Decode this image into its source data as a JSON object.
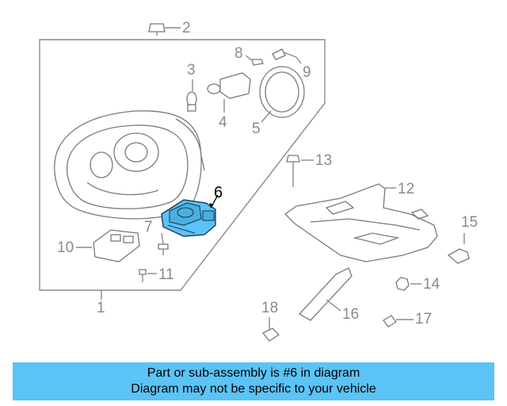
{
  "callouts": {
    "c1": "1",
    "c2": "2",
    "c3": "3",
    "c4": "4",
    "c5": "5",
    "c6": "6",
    "c7": "7",
    "c8": "8",
    "c9": "9",
    "c10": "10",
    "c11": "11",
    "c12": "12",
    "c13": "13",
    "c14": "14",
    "c15": "15",
    "c16": "16",
    "c17": "17",
    "c18": "18"
  },
  "highlight_color": "#5bc3f5",
  "banner": {
    "line1": "Part or sub-assembly is #6 in diagram",
    "line2": "Diagram may not be specific to your vehicle"
  }
}
